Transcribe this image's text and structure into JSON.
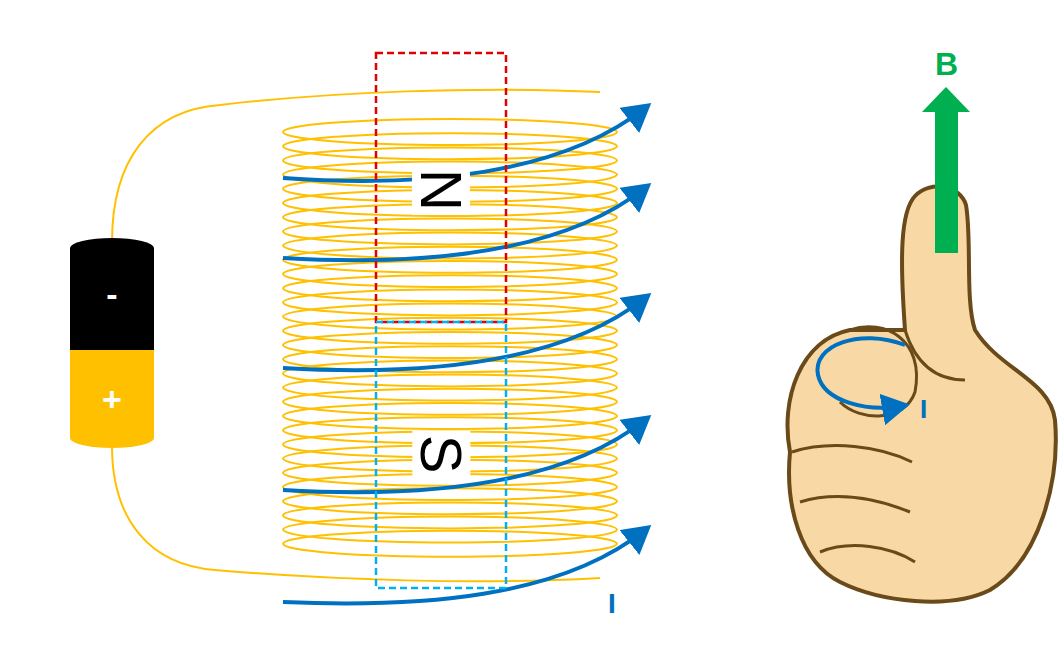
{
  "diagram": {
    "nodes": [
      {
        "text": [
          "-"
        ]
      },
      {
        "text": [
          "+"
        ]
      },
      {
        "text": [
          "N"
        ]
      },
      {
        "text": [
          "S"
        ]
      }
    ],
    "labels": [
      "I",
      "B",
      "I"
    ]
  }
}
